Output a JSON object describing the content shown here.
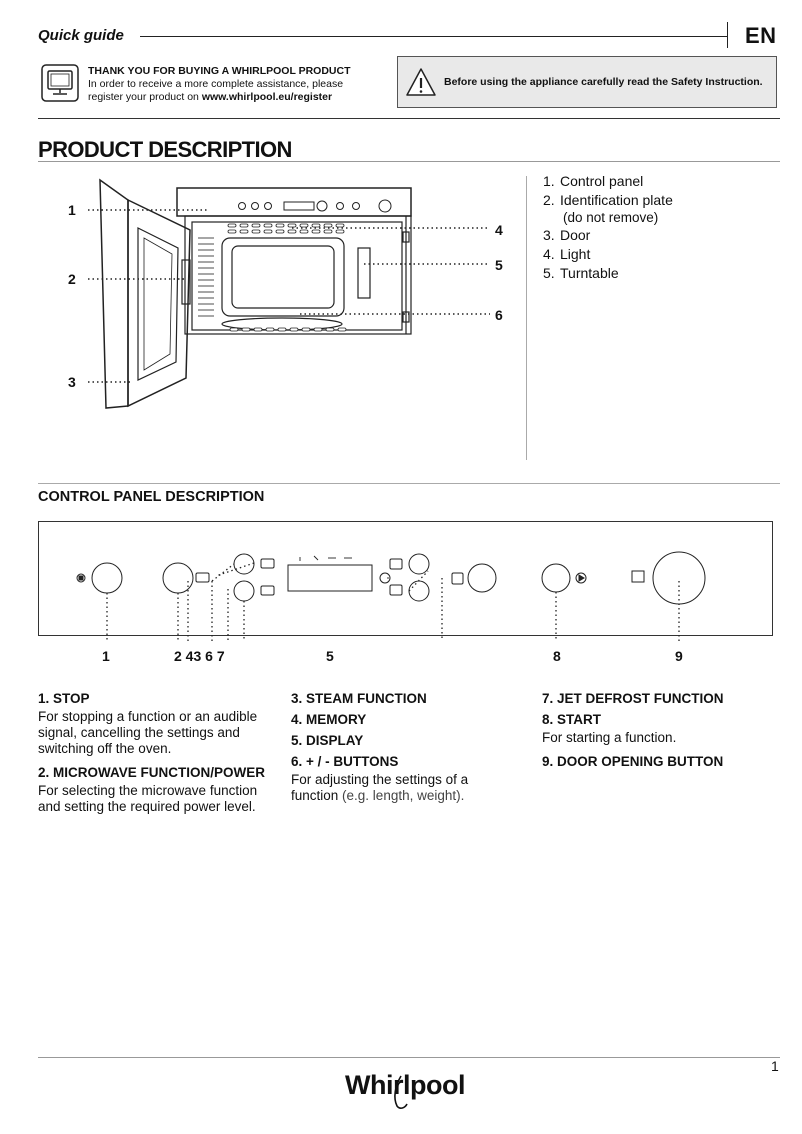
{
  "header": {
    "quick_guide": "Quick guide",
    "language": "EN"
  },
  "registration": {
    "title": "THANK YOU FOR BUYING A WHIRLPOOL PRODUCT",
    "line2": "In order to receive a more complete assistance, please",
    "line3_prefix": "register your product on ",
    "url": "www.whirlpool.eu/register"
  },
  "warning": {
    "text": "Before using the appliance carefully read the Safety Instruction."
  },
  "product_description": {
    "title": "PRODUCT DESCRIPTION",
    "callouts": [
      "1",
      "2",
      "3",
      "4",
      "5",
      "6"
    ],
    "items": [
      {
        "n": "1.",
        "label": "Control panel"
      },
      {
        "n": "2.",
        "label": "Identification plate",
        "sub": "(do not remove)"
      },
      {
        "n": "3.",
        "label": "Door"
      },
      {
        "n": "4.",
        "label": "Light"
      },
      {
        "n": "5.",
        "label": "Turntable"
      }
    ]
  },
  "control_panel": {
    "title": "CONTROL PANEL DESCRIPTION",
    "numbers": [
      "1",
      "2 43 6 7",
      "5",
      "8",
      "9"
    ],
    "col1": [
      {
        "h": "1. STOP",
        "p": "For stopping a function or an audible signal, cancelling the settings and switching off the oven."
      },
      {
        "h": "2. MICROWAVE FUNCTION/POWER",
        "p": "For selecting the microwave function and setting the required power level."
      }
    ],
    "col2": [
      {
        "h": "3. STEAM FUNCTION"
      },
      {
        "h": "4. MEMORY"
      },
      {
        "h": "5. DISPLAY"
      },
      {
        "h": "6. + / - BUTTONS",
        "p": "For adjusting the settings of a function",
        "p2": " (e.g. length, weight)."
      }
    ],
    "col3": [
      {
        "h": "7. JET DEFROST FUNCTION"
      },
      {
        "h": "8. START",
        "p": "For starting a function."
      },
      {
        "h": "9. DOOR OPENING BUTTON"
      }
    ]
  },
  "footer": {
    "page": "1",
    "brand": "Whirlpool"
  }
}
